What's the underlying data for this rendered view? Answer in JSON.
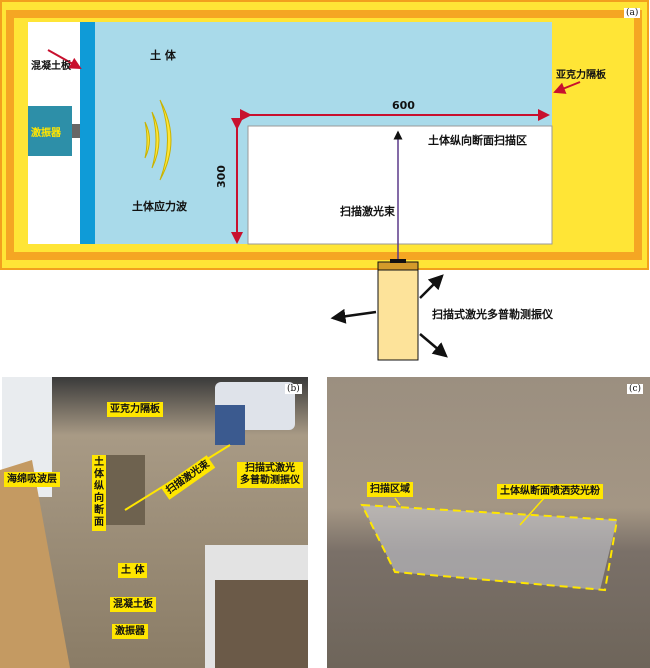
{
  "panel_a": {
    "tag": "(a)",
    "concrete_slab": "混凝土板",
    "exciter": "激振器",
    "soil": "土 体",
    "stress_wave": "土体应力波",
    "acrylic_plate": "亚克力隔板",
    "width_dim": "600",
    "height_dim": "300",
    "scan_area": "土体纵向断面扫描区",
    "laser_beam": "扫描激光束",
    "vibrometer": "扫描式激光多普勒测振仪"
  },
  "panel_b": {
    "tag": "(b)",
    "acrylic_plate": "亚克力隔板",
    "sponge_layer": "海绵吸波层",
    "section": "土体纵向断面",
    "laser_beam": "扫描激光束",
    "vibrometer_line1": "扫描式激光",
    "vibrometer_line2": "多普勒测振仪",
    "soil": "土 体",
    "concrete_slab": "混凝土板",
    "exciter": "激振器"
  },
  "panel_c": {
    "tag": "(c)",
    "scan_region": "扫描区域",
    "powder": "土体纵断面喷洒荧光粉"
  }
}
